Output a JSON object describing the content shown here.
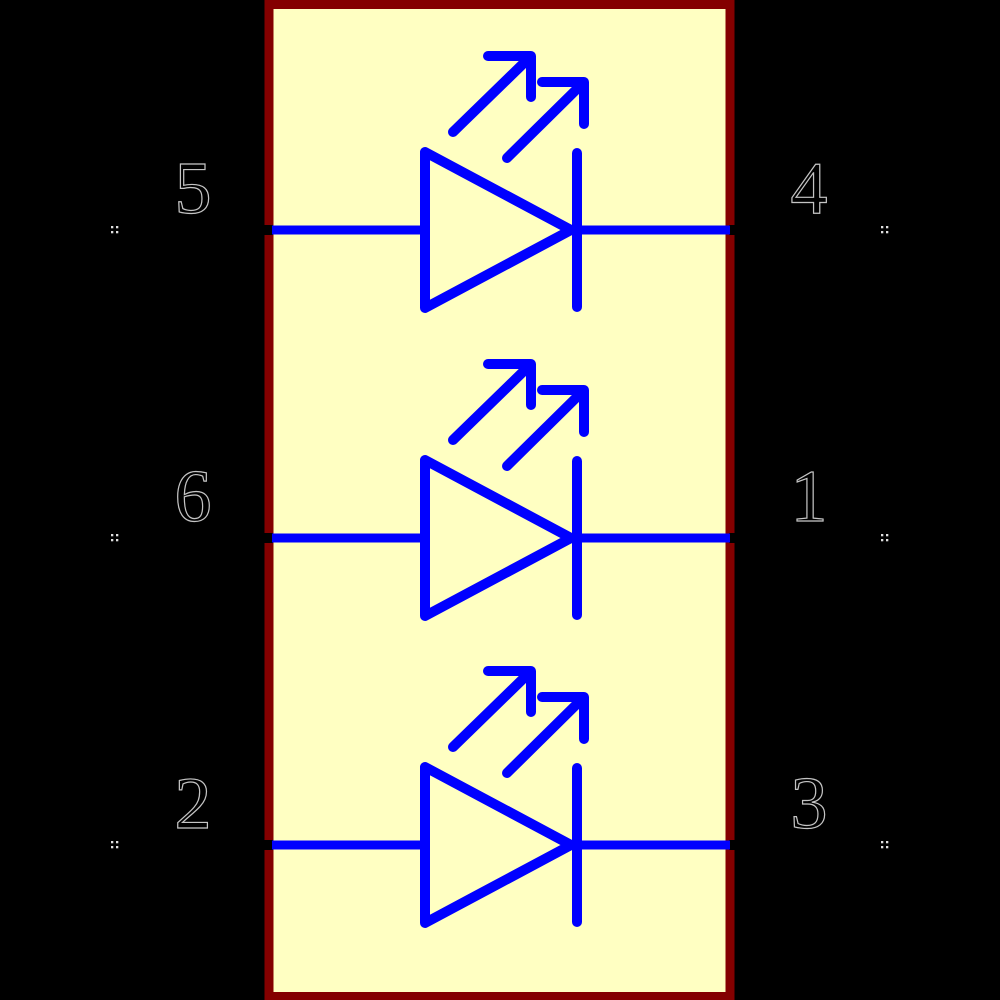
{
  "canvas": {
    "background": "#000000"
  },
  "symbol": {
    "kind": "led-array-schematic-symbol",
    "body_fill": "#FFFFC2",
    "body_outline_color": "#840000",
    "graphics_color": "#0000FF",
    "pin_line_color": "#000000",
    "pin_marker_color": "#DFDFDF",
    "pin_number_color": "#000000"
  },
  "units": [
    {
      "left_pin": "5",
      "right_pin": "4"
    },
    {
      "left_pin": "6",
      "right_pin": "1"
    },
    {
      "left_pin": "2",
      "right_pin": "3"
    }
  ]
}
